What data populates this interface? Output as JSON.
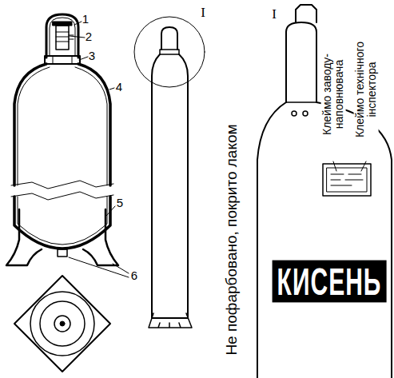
{
  "diagram": {
    "labels": [
      "1",
      "2",
      "3",
      "4",
      "5",
      "6",
      "I",
      "I",
      "Не пофарбовано, покрито лаком",
      "Клеймо заводу-наповнювача",
      "Клеймо технічного інспектора",
      "КИСЕНЬ"
    ]
  }
}
